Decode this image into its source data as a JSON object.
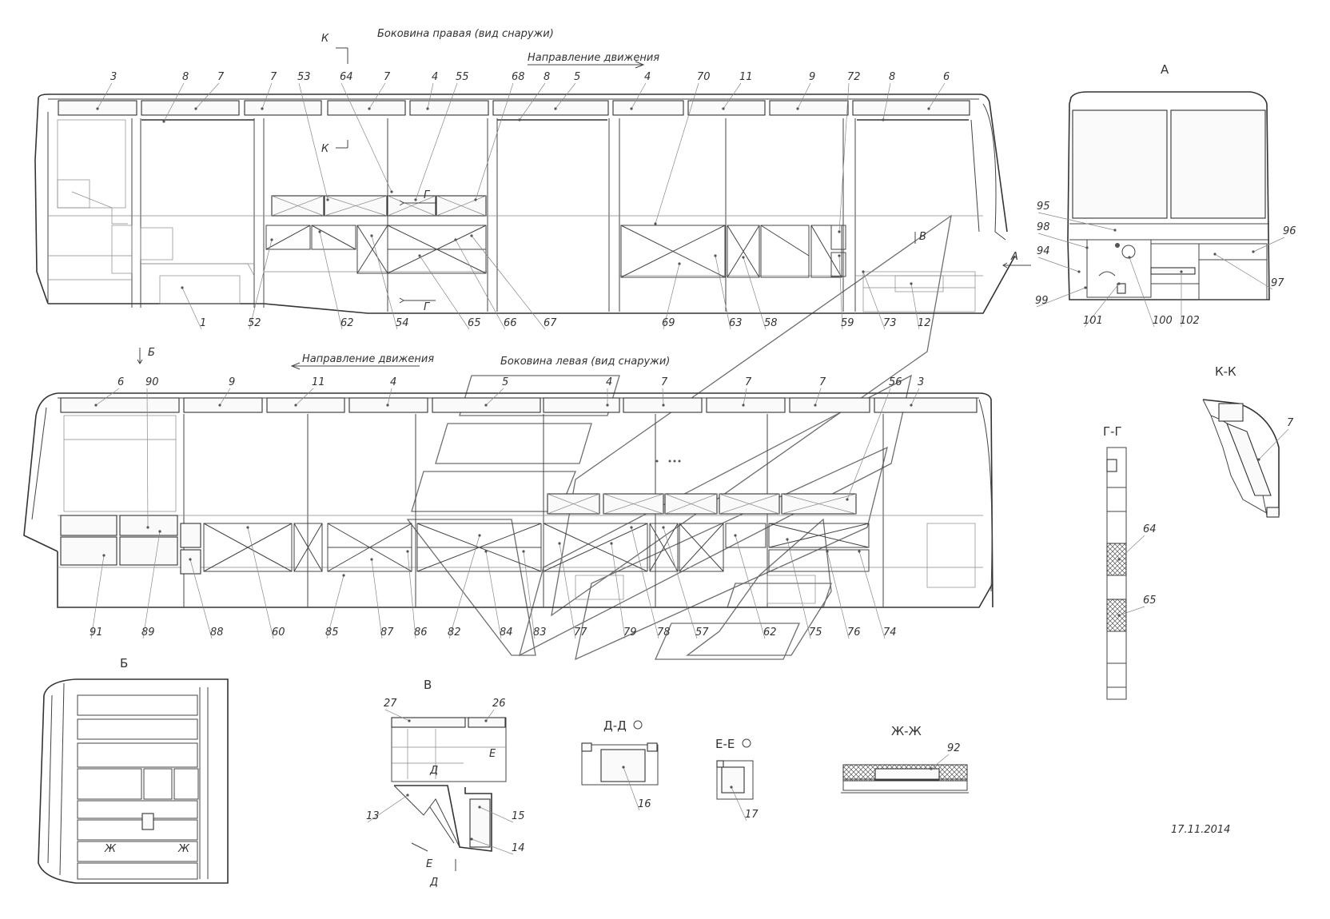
{
  "titles": {
    "right_side": "Боковина правая (вид снаружи)",
    "left_side": "Боковина левая (вид снаружи)",
    "direction_top": "Направление движения",
    "direction_bottom": "Направление движения",
    "date": "17.11.2014"
  },
  "views": {
    "A": "А",
    "KK": "К-К",
    "GG": "Г-Г",
    "B": "Б",
    "V": "В",
    "DD": "Д-Д",
    "EE": "Е-Е",
    "ZhZh": "Ж-Ж"
  },
  "markers": {
    "K1": "К",
    "K2": "К",
    "G1": "Г",
    "G2": "Г",
    "V": "В",
    "A": "А",
    "B": "Б",
    "E1": "Е",
    "E2": "Е",
    "D1": "Д",
    "D2": "Д",
    "Zh1": "Ж",
    "Zh2": "Ж"
  },
  "top_labels_upper": [
    "3",
    "8",
    "7",
    "7",
    "53",
    "64",
    "7",
    "4",
    "55",
    "68",
    "8",
    "5",
    "4",
    "70",
    "11",
    "9",
    "72",
    "8",
    "6"
  ],
  "top_labels_lower": [
    "1",
    "52",
    "62",
    "54",
    "65",
    "66",
    "67",
    "69",
    "63",
    "58",
    "59",
    "73",
    "12"
  ],
  "bottom_labels_upper": [
    "6",
    "90",
    "9",
    "11",
    "4",
    "5",
    "4",
    "7",
    "7",
    "7",
    "56",
    "3"
  ],
  "bottom_labels_lower": [
    "91",
    "89",
    "88",
    "60",
    "85",
    "87",
    "86",
    "82",
    "84",
    "83",
    "77",
    "79",
    "78",
    "57",
    "62",
    "75",
    "76",
    "74"
  ],
  "front_labels": [
    "95",
    "98",
    "94",
    "99",
    "101",
    "100",
    "102",
    "96",
    "97"
  ],
  "kk_label": "7",
  "gg_labels": [
    "64",
    "65"
  ],
  "v_labels": [
    "27",
    "26",
    "13",
    "15",
    "14"
  ],
  "dd_label": "16",
  "ee_label": "17",
  "zz_label": "92"
}
